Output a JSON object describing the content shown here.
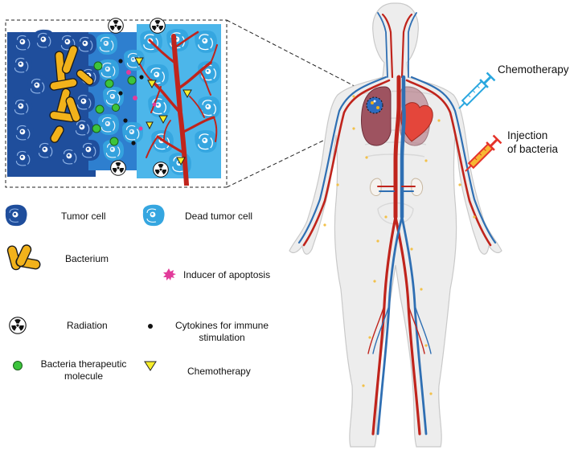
{
  "legend": {
    "tumor_cell": "Tumor cell",
    "dead_tumor_cell": "Dead tumor cell",
    "bacterium": "Bacterium",
    "inducer_of_apoptosis": "Inducer of apoptosis",
    "radiation": "Radiation",
    "cytokines_line1": "Cytokines for immune",
    "cytokines_line2": "stimulation",
    "bacteria_molecule_line1": "Bacteria therapeutic",
    "bacteria_molecule_line2": "molecule",
    "chemotherapy": "Chemotherapy"
  },
  "callouts": {
    "chemotherapy": "Chemotherapy",
    "injection_line1": "Injection",
    "injection_line2": "of bacteria"
  },
  "colors": {
    "tumor_dark": "#1f4e9c",
    "tumor_mid": "#2d6bbf",
    "dead_cell": "#35a6e0",
    "bacterium": "#f2b21b",
    "vessel_red": "#c0241c",
    "vein_blue": "#2f6fb3",
    "therapeutic_green": "#3cc43c",
    "chemo_yellow": "#f7ee2a",
    "apoptosis_pink": "#e23b9a",
    "syringe_blue": "#2aa7df",
    "syringe_red": "#e5332a",
    "body_outline": "#c9c9c9"
  },
  "icons": [
    "tumor-cell-icon",
    "dead-tumor-cell-icon",
    "bacterium-icon",
    "apoptosis-inducer-icon",
    "radiation-icon",
    "cytokine-icon",
    "therapeutic-molecule-icon",
    "chemotherapy-icon",
    "syringe-icon"
  ]
}
